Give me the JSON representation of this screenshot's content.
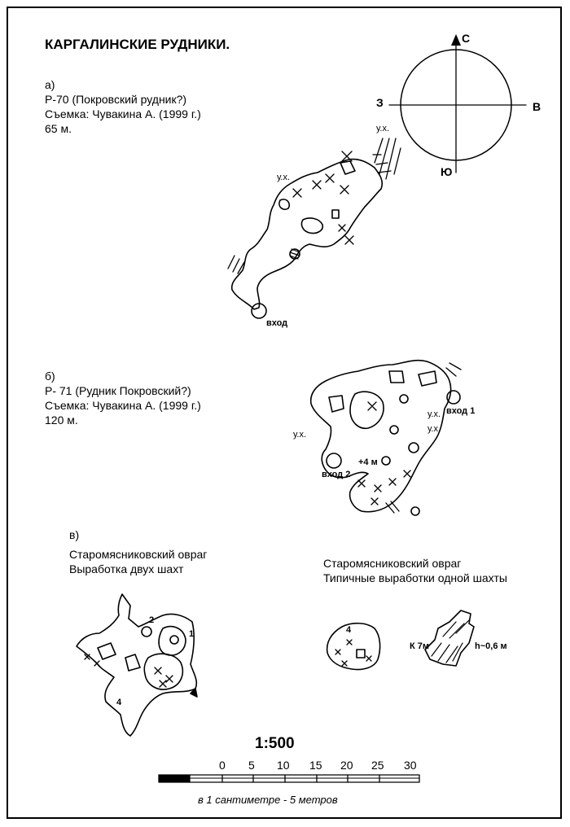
{
  "title": "КАРГАЛИНСКИЕ РУДНИКИ.",
  "compass": {
    "north": "С",
    "south": "Ю",
    "west": "З",
    "east": "В"
  },
  "section_a": {
    "letter": "а)",
    "code": "Р-70  (Покровский рудник?)",
    "survey": "Съемка: Чувакина А. (1999 г.)",
    "length": "65 м.",
    "labels": {
      "yx_top": "у.х.",
      "yx_left": "у.х.",
      "entrance": "вход"
    }
  },
  "section_b": {
    "letter": "б)",
    "code": "Р- 71 (Рудник Покровский?)",
    "survey": "Съемка: Чувакина А. (1999 г.)",
    "length": "120 м.",
    "labels": {
      "yx_left": "у.х.",
      "yx_right1": "у.х.",
      "yx_right2": "у.х.",
      "entrance1": "вход 1",
      "entrance2": "вход 2",
      "depth": "+4 м"
    }
  },
  "section_v": {
    "letter": "в)",
    "line1": "Старомясниковский овраг",
    "line2": "Выработка двух шахт",
    "shaft1": "1",
    "shaft2": "2",
    "shaft4": "4"
  },
  "section_typical": {
    "line1": "Старомясниковский овраг",
    "line2": "Типичные выработки одной шахты",
    "shaft4": "4",
    "depth_label": "К 7м",
    "height_label": "h~0,6 м"
  },
  "scale": {
    "ratio": "1:500",
    "ticks": [
      "0",
      "5",
      "10",
      "15",
      "20",
      "25",
      "30"
    ],
    "note": "в 1 сантиметре - 5 метров"
  }
}
